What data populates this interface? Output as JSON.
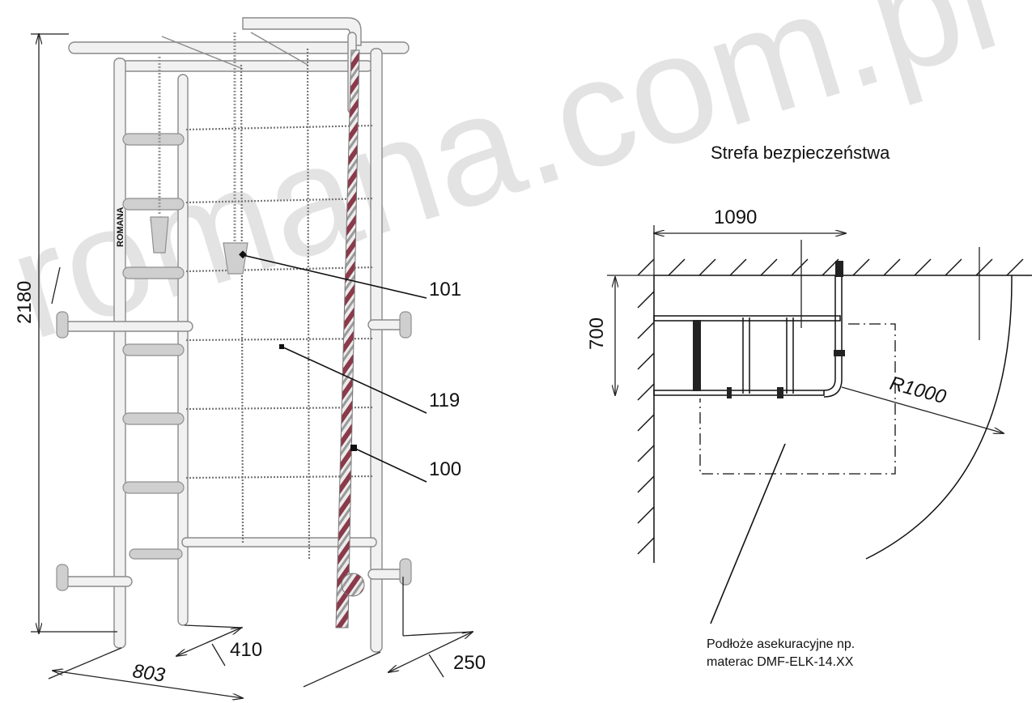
{
  "watermark": "romana.com.pl",
  "left_view": {
    "brand_mark": "ROMANA",
    "dim_height": "2180",
    "dim_width": "803",
    "dim_depth": "410",
    "dim_offset": "250",
    "callouts": [
      "101",
      "119",
      "100"
    ]
  },
  "right_view": {
    "title": "Strefa bezpieczeństwa",
    "dim_length": "1090",
    "dim_depth": "700",
    "radius": "R1000",
    "note_line1": "Podłoże asekuracyjne np.",
    "note_line2": "materac DMF-ELK-14.XX"
  },
  "colors": {
    "frame": "#f1f1f1",
    "frame_outline": "#8a8a8a",
    "rope_stripe": "#8a3a4a",
    "lines": "#111111"
  }
}
